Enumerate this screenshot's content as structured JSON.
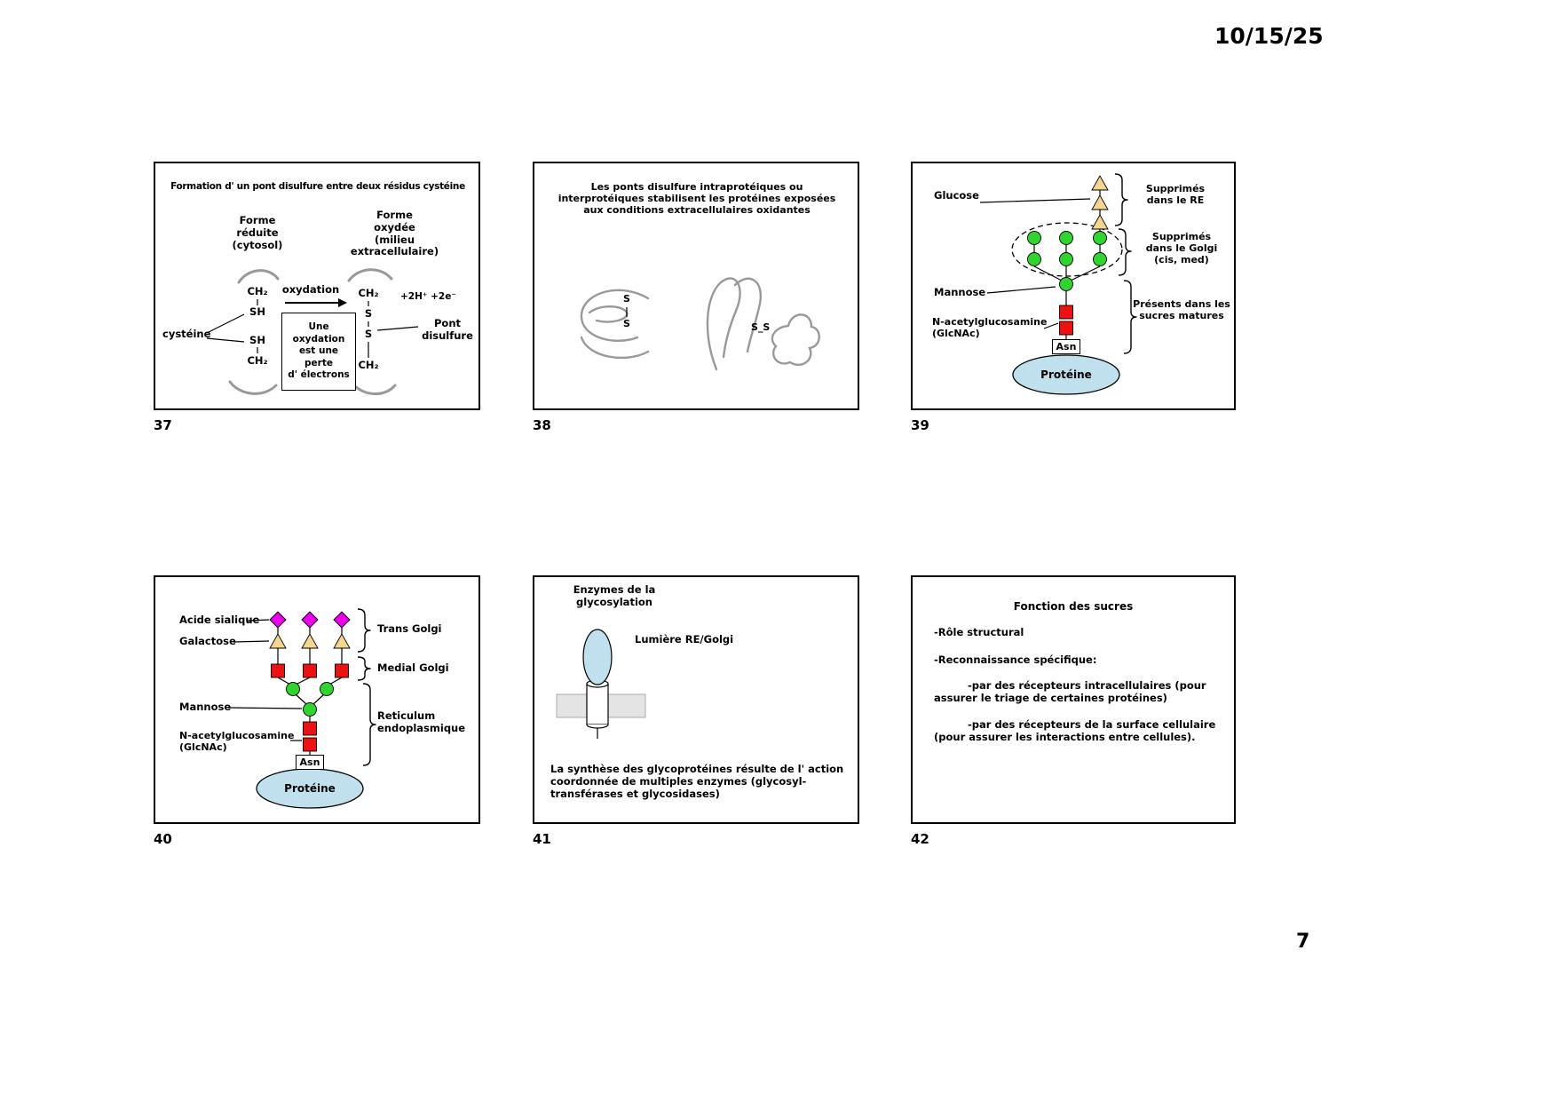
{
  "page": {
    "date": "10/15/25",
    "page_number": "7"
  },
  "colors": {
    "mannose_green": "#2fd42f",
    "glcnac_red": "#ee1111",
    "glucose_tan": "#f6d58e",
    "sialic_magenta": "#ee00ee",
    "protein_blue": "#bfe0ec",
    "backbone_gray": "#999999",
    "membrane_gray": "#e4e4e4"
  },
  "s37": {
    "number": "37",
    "title": "Formation d' un pont disulfure entre deux résidus cystéine",
    "forme_reduite": "Forme\nréduite\n(cytosol)",
    "forme_oxydee": "Forme\noxydée\n(milieu\nextracellulaire)",
    "cysteine": "cystéine",
    "oxydation": "oxydation",
    "oxidation_note": "Une\noxydation\nest une\nperte\nd' électrons",
    "ch2_a": "CH₂",
    "sh_a": "SH",
    "sh_b": "SH",
    "ch2_b": "CH₂",
    "ch2_c": "CH₂",
    "s_a": "S",
    "s_b": "S",
    "ch2_d": "CH₂",
    "electrons": "+2H⁺ +2e⁻",
    "pont_disulfure": "Pont\ndisulfure"
  },
  "s38": {
    "number": "38",
    "title": "Les ponts disulfure intraprotéiques ou\ninterprotéiques stabilisent les protéines exposées\naux conditions extracellulaires oxidantes",
    "s_top": "S",
    "s_bottom": "S",
    "ss_label": "S_S"
  },
  "s39": {
    "number": "39",
    "glucose": "Glucose",
    "mannose": "Mannose",
    "glcnac": "N-acetylglucosamine\n(GlcNAc)",
    "asn": "Asn",
    "proteine": "Protéine",
    "supprimes_re": "Supprimés\ndans le RE",
    "supprimes_golgi": "Supprimés\ndans le Golgi\n(cis, med)",
    "presents": "Présents dans les\nsucres matures"
  },
  "s40": {
    "number": "40",
    "acide_sialique": "Acide sialique",
    "galactose": "Galactose",
    "mannose": "Mannose",
    "glcnac": "N-acetylglucosamine\n(GlcNAc)",
    "asn": "Asn",
    "proteine": "Protéine",
    "trans_golgi": "Trans Golgi",
    "medial_golgi": "Medial Golgi",
    "reticulum": "Reticulum\nendoplasmique"
  },
  "s41": {
    "number": "41",
    "title": "Enzymes de la\nglycosylation",
    "lumiere": "Lumière RE/Golgi",
    "bottom_text": "La synthèse des glycoprotéines résulte de l' action\ncoordonnée de multiples enzymes (glycosyl-\ntransférases et glycosidases)"
  },
  "s42": {
    "number": "42",
    "title": "Fonction des sucres",
    "role": "-Rôle structural",
    "reconnaissance": "-Reconnaissance spécifique:",
    "intracellulaires": "-par des récepteurs intracellulaires (pour\nassurer le triage de certaines protéines)",
    "surface": "-par des récepteurs de la surface cellulaire\n(pour assurer les interactions entre cellules)."
  }
}
